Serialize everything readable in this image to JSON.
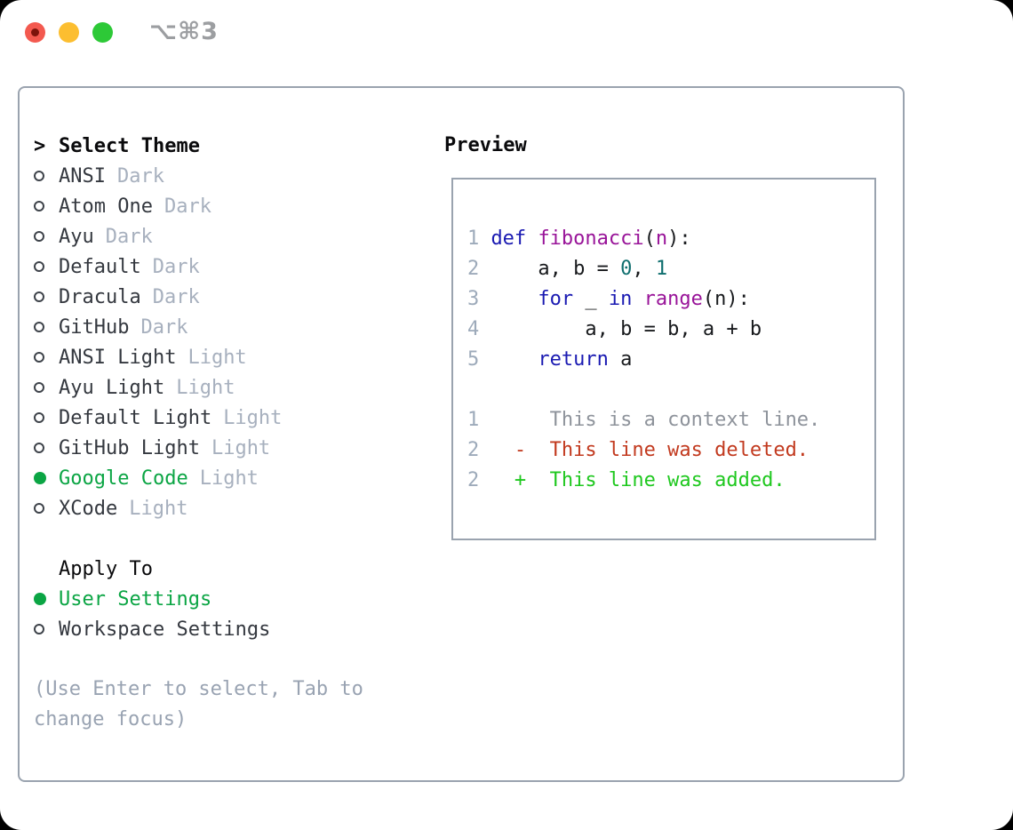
{
  "palette": {
    "kw": "#1a1ab2",
    "fn": "#991499",
    "lit": "#0e6e6e",
    "pl": "#17191c",
    "ctx": "#8e939b",
    "del": "#c23a1f",
    "add": "#1fc81f",
    "lnum": "#9daaba",
    "ui_green": "#0ba544",
    "name": "#34383f",
    "variant": "#a7b0be",
    "title": "#0a0a0c",
    "hint": "#99a3b2",
    "border": "#9aa3af",
    "shortcut": "#9c9ea1",
    "tl_red": "#f3594f",
    "tl_red_dot": "#7c130b",
    "tl_yellow": "#fcbe30",
    "tl_green": "#2dc937"
  },
  "window": {
    "shortcut": "⌥⌘3"
  },
  "panel": {
    "title_prefix": ">",
    "title": "Select Theme",
    "themes": [
      {
        "name": "ANSI",
        "variant": "Dark",
        "selected": false
      },
      {
        "name": "Atom One",
        "variant": "Dark",
        "selected": false
      },
      {
        "name": "Ayu",
        "variant": "Dark",
        "selected": false
      },
      {
        "name": "Default",
        "variant": "Dark",
        "selected": false
      },
      {
        "name": "Dracula",
        "variant": "Dark",
        "selected": false
      },
      {
        "name": "GitHub",
        "variant": "Dark",
        "selected": false
      },
      {
        "name": "ANSI Light",
        "variant": "Light",
        "selected": false
      },
      {
        "name": "Ayu Light",
        "variant": "Light",
        "selected": false
      },
      {
        "name": "Default Light",
        "variant": "Light",
        "selected": false
      },
      {
        "name": "GitHub Light",
        "variant": "Light",
        "selected": false
      },
      {
        "name": "Google Code",
        "variant": "Light",
        "selected": true
      },
      {
        "name": "XCode",
        "variant": "Light",
        "selected": false
      }
    ],
    "apply_to": {
      "title": "Apply To",
      "options": [
        {
          "label": "User Settings",
          "selected": true
        },
        {
          "label": "Workspace Settings",
          "selected": false
        }
      ]
    },
    "hint": "(Use Enter to select, Tab to change focus)"
  },
  "preview": {
    "title": "Preview",
    "lines": [
      {
        "num": "1",
        "tokens": [
          [
            "def",
            "kw"
          ],
          [
            " ",
            "pl"
          ],
          [
            "fibonacci",
            "fn"
          ],
          [
            "(",
            "pl"
          ],
          [
            "n",
            "fn"
          ],
          [
            "):",
            "pl"
          ]
        ]
      },
      {
        "num": "2",
        "tokens": [
          [
            "    a, b = ",
            "pl"
          ],
          [
            "0",
            "lit"
          ],
          [
            ", ",
            "pl"
          ],
          [
            "1",
            "lit"
          ]
        ]
      },
      {
        "num": "3",
        "tokens": [
          [
            "    ",
            "pl"
          ],
          [
            "for",
            "kw"
          ],
          [
            " _ ",
            "pl"
          ],
          [
            "in",
            "kw"
          ],
          [
            " ",
            "pl"
          ],
          [
            "range",
            "fn"
          ],
          [
            "(n):",
            "pl"
          ]
        ]
      },
      {
        "num": "4",
        "tokens": [
          [
            "        a, b = b, a + b",
            "pl"
          ]
        ]
      },
      {
        "num": "5",
        "tokens": [
          [
            "    ",
            "pl"
          ],
          [
            "return",
            "kw"
          ],
          [
            " a",
            "pl"
          ]
        ]
      },
      {
        "num": "",
        "tokens": []
      },
      {
        "num": "1",
        "tokens": [
          [
            "     This is a context line.",
            "ctx"
          ]
        ]
      },
      {
        "num": "2",
        "tokens": [
          [
            "  -  This line was deleted.",
            "del"
          ]
        ]
      },
      {
        "num": "2",
        "tokens": [
          [
            "  +  This line was added.",
            "add"
          ]
        ]
      }
    ]
  }
}
